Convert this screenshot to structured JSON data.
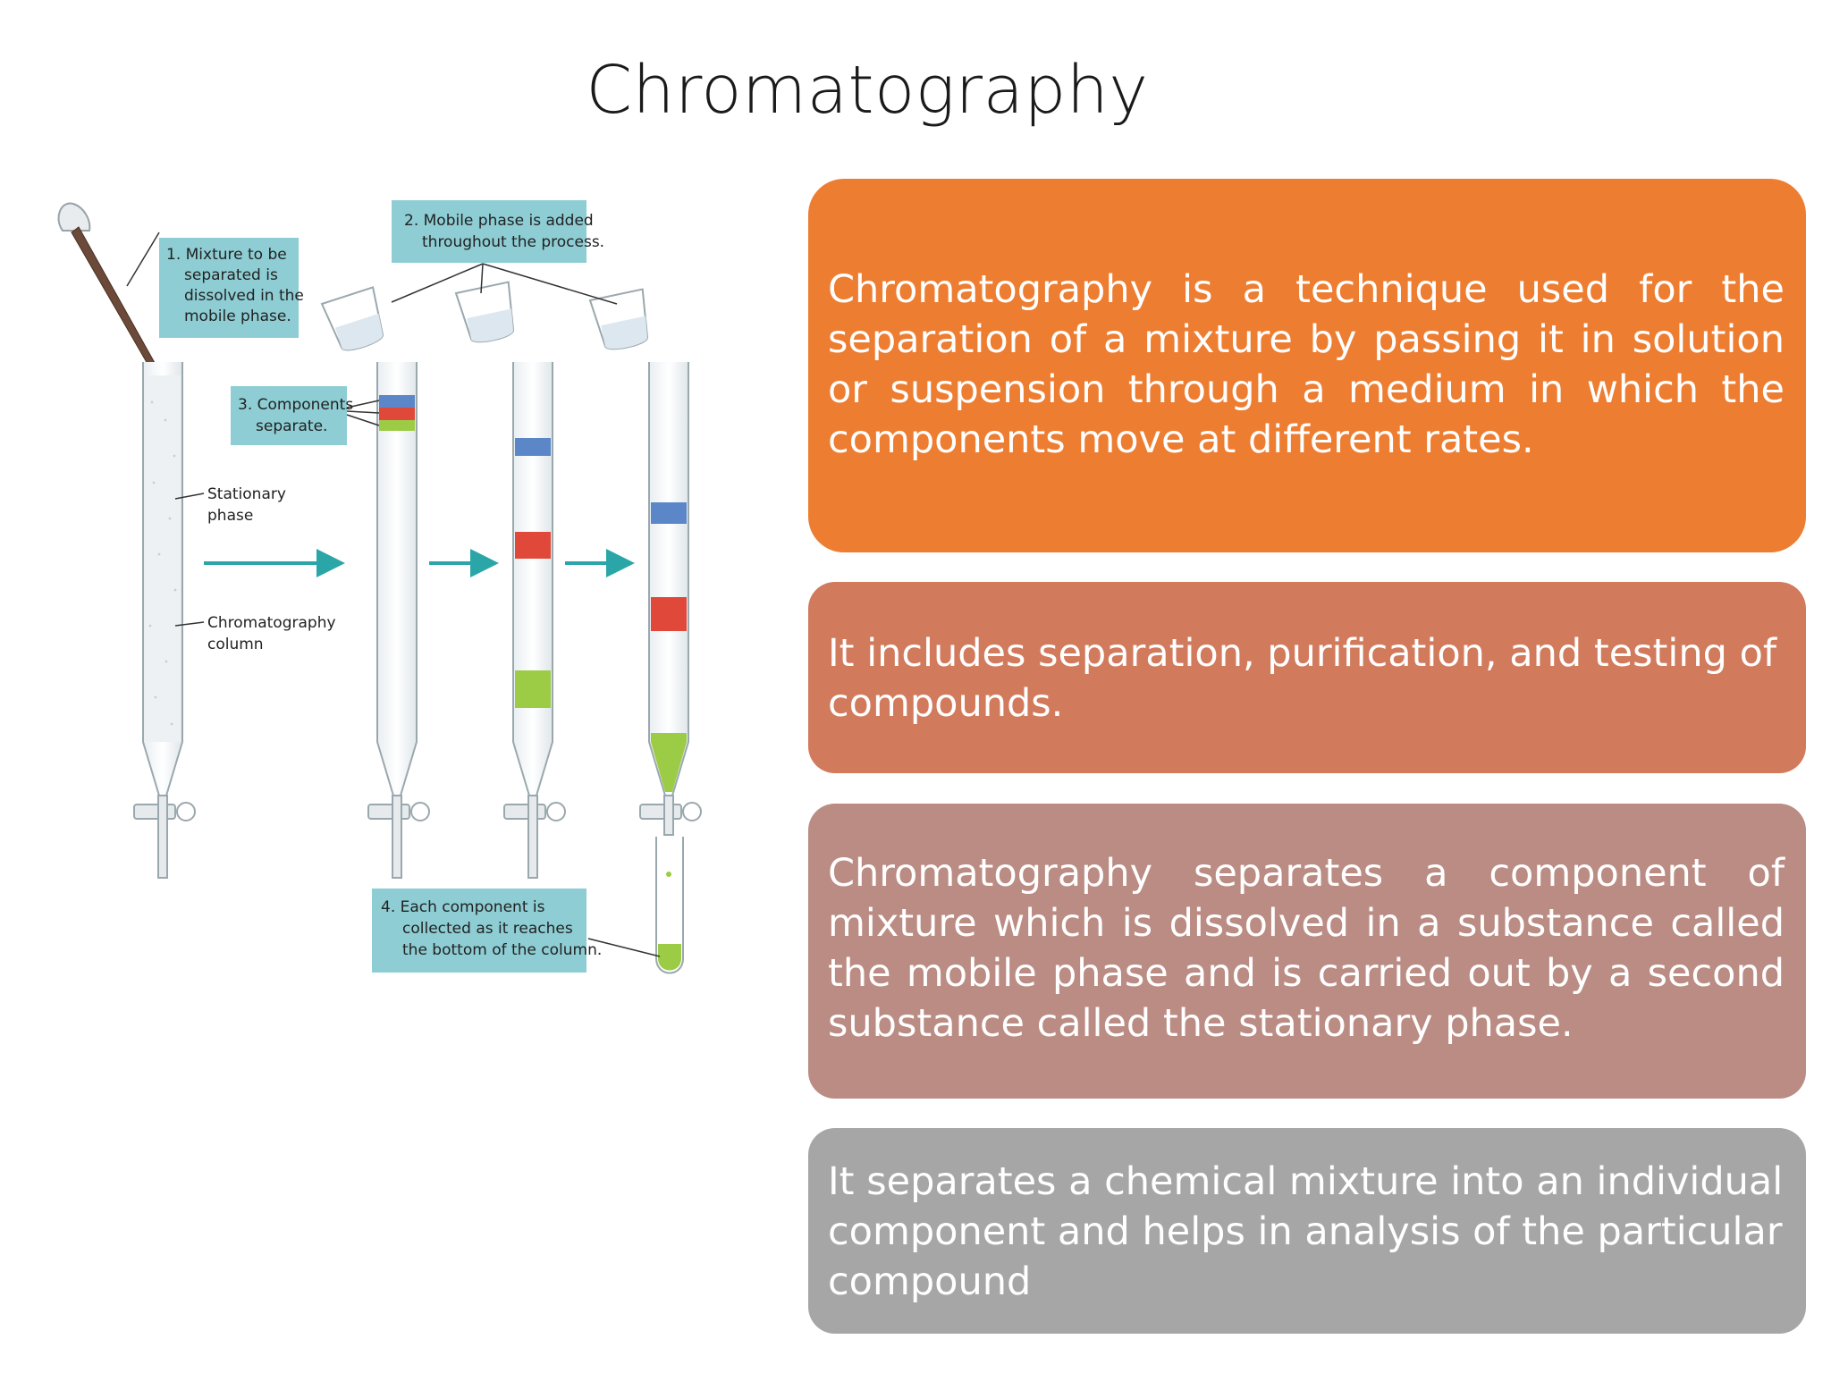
{
  "slide": {
    "title": "Chromatography"
  },
  "cards": [
    {
      "text": "Chromatography is a technique used for the separation of a mixture by passing it in solution or suspension through a medium in which the components move at different rates.",
      "color": "#ed7d31"
    },
    {
      "text": "It includes separation, purification, and testing of compounds.",
      "color": "#d17a5c"
    },
    {
      "text": "Chromatography separates a component of mixture which is dissolved in a substance called the mobile phase and is carried out by a second substance called the stationary phase.",
      "color": "#ba8c83"
    },
    {
      "text": "It separates a chemical mixture into an individual component and helps in analysis of the particular compound",
      "color": "#a6a6a6"
    }
  ],
  "diagram": {
    "step1": [
      "1. Mixture to be",
      "separated is",
      "dissolved in the",
      "mobile phase."
    ],
    "step2": [
      "2. Mobile phase is added",
      "throughout the process."
    ],
    "step3": [
      "3. Components",
      "separate."
    ],
    "step4": [
      "4. Each component is",
      "collected as it reaches",
      "the bottom of the column."
    ],
    "label_stationary": [
      "Stationary",
      "phase"
    ],
    "label_column": [
      "Chromatography",
      "column"
    ],
    "colors": {
      "label_box": "#8dcdd3",
      "arrow": "#2aa6a8",
      "band_blue": "#5b86c8",
      "band_red": "#e0493a",
      "band_green": "#9ccc45"
    }
  }
}
